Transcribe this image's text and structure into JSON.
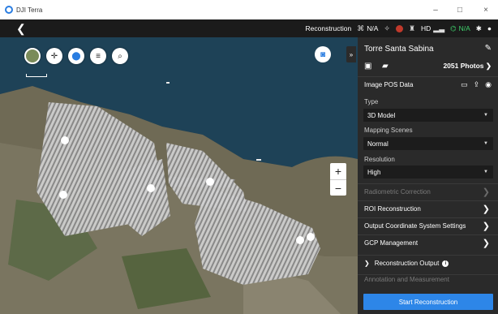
{
  "window": {
    "title": "DJI Terra",
    "minimize": "–",
    "maximize": "□",
    "close": "×"
  },
  "topbar": {
    "back": "❮",
    "mode": "Reconstruction",
    "status1_value": "N/A",
    "status_hd": "HD",
    "status_green_value": "N/A"
  },
  "map": {
    "zoom_in": "+",
    "zoom_out": "−",
    "collapse": "»"
  },
  "panel": {
    "project_name": "Torre Santa Sabina",
    "photos": "2051 Photos",
    "image_pos_data": "Image POS Data",
    "type_label": "Type",
    "type_value": "3D Model",
    "mapping_scenes_label": "Mapping Scenes",
    "mapping_scenes_value": "Normal",
    "resolution_label": "Resolution",
    "resolution_value": "High",
    "radiometric_correction": "Radiometric Correction",
    "roi_reconstruction": "ROI Reconstruction",
    "output_coordinate": "Output Coordinate System Settings",
    "gcp_management": "GCP Management",
    "reconstruction_output": "Reconstruction Output",
    "annotation": "Annotation and Measurement",
    "start_button": "Start Reconstruction"
  },
  "colors": {
    "accent": "#2d86e8",
    "panel_bg": "#2a2a2a",
    "status_green": "#3fd26c"
  }
}
